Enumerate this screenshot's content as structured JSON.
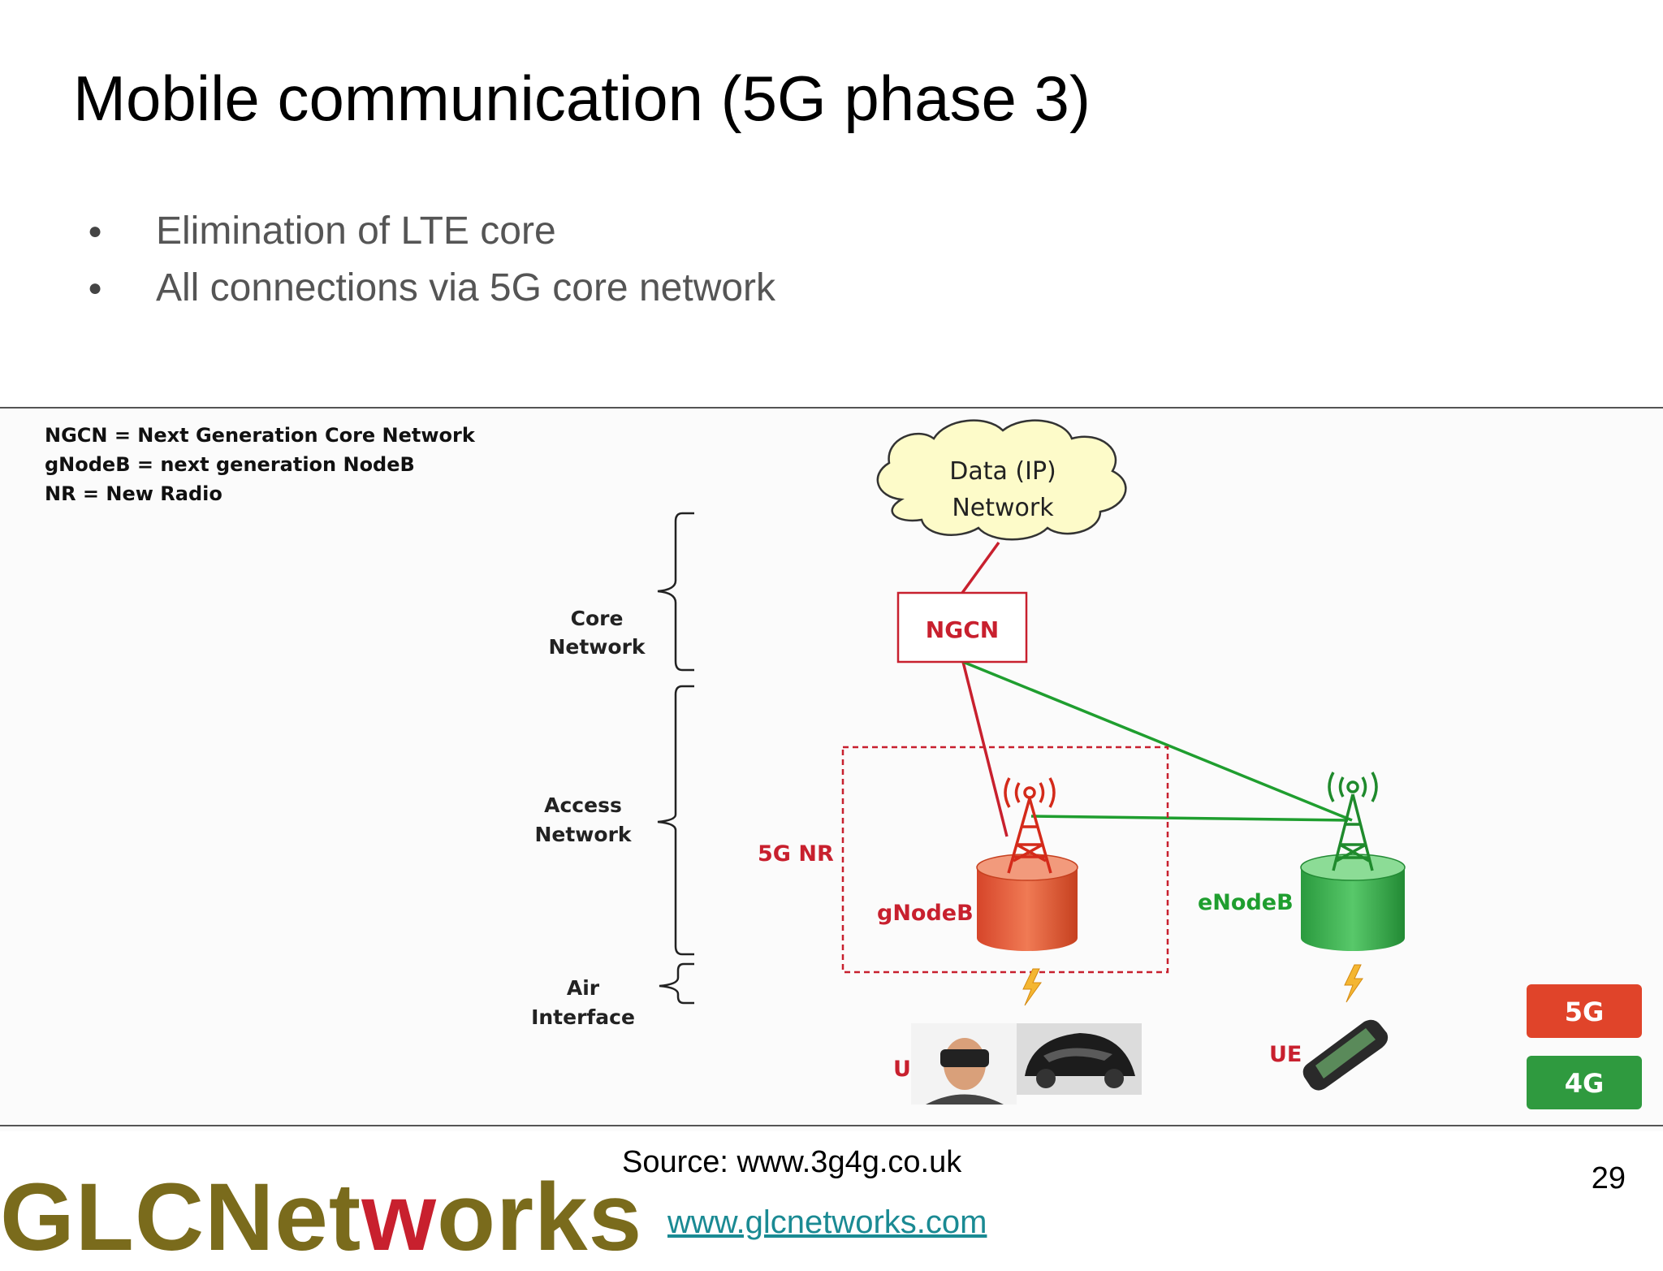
{
  "slide": {
    "title": "Mobile communication (5G phase 3)",
    "bullets": [
      "Elimination of LTE core",
      "All connections via 5G core network"
    ],
    "source": "Source: www.3g4g.co.uk",
    "page_number": "29",
    "website": "www.glcnetworks.com",
    "logo": {
      "text_before": "GLCNet",
      "mark": "w",
      "text_after": "orks"
    }
  },
  "diagram": {
    "legend_notes": [
      "NGCN = Next Generation Core Network",
      "gNodeB = next generation NodeB",
      "NR = New Radio"
    ],
    "cloud": {
      "line1": "Data (IP)",
      "line2": "Network"
    },
    "core_box": "NGCN",
    "layers": {
      "core": {
        "line1": "Core",
        "line2": "Network"
      },
      "access": {
        "line1": "Access",
        "line2": "Network"
      },
      "air": {
        "line1": "Air",
        "line2": "Interface"
      }
    },
    "nr_label": "5G NR",
    "gnodeb_label": "gNodeB",
    "enodeb_label": "eNodeB",
    "ue_label_1": "UE",
    "ue_label_2": "UE",
    "badges": {
      "g5": "5G",
      "g4": "4G"
    },
    "colors": {
      "g5": "#e05a34",
      "g4": "#2ea84a",
      "core_red": "#c8202e",
      "link_green": "#1f9e2f"
    }
  }
}
